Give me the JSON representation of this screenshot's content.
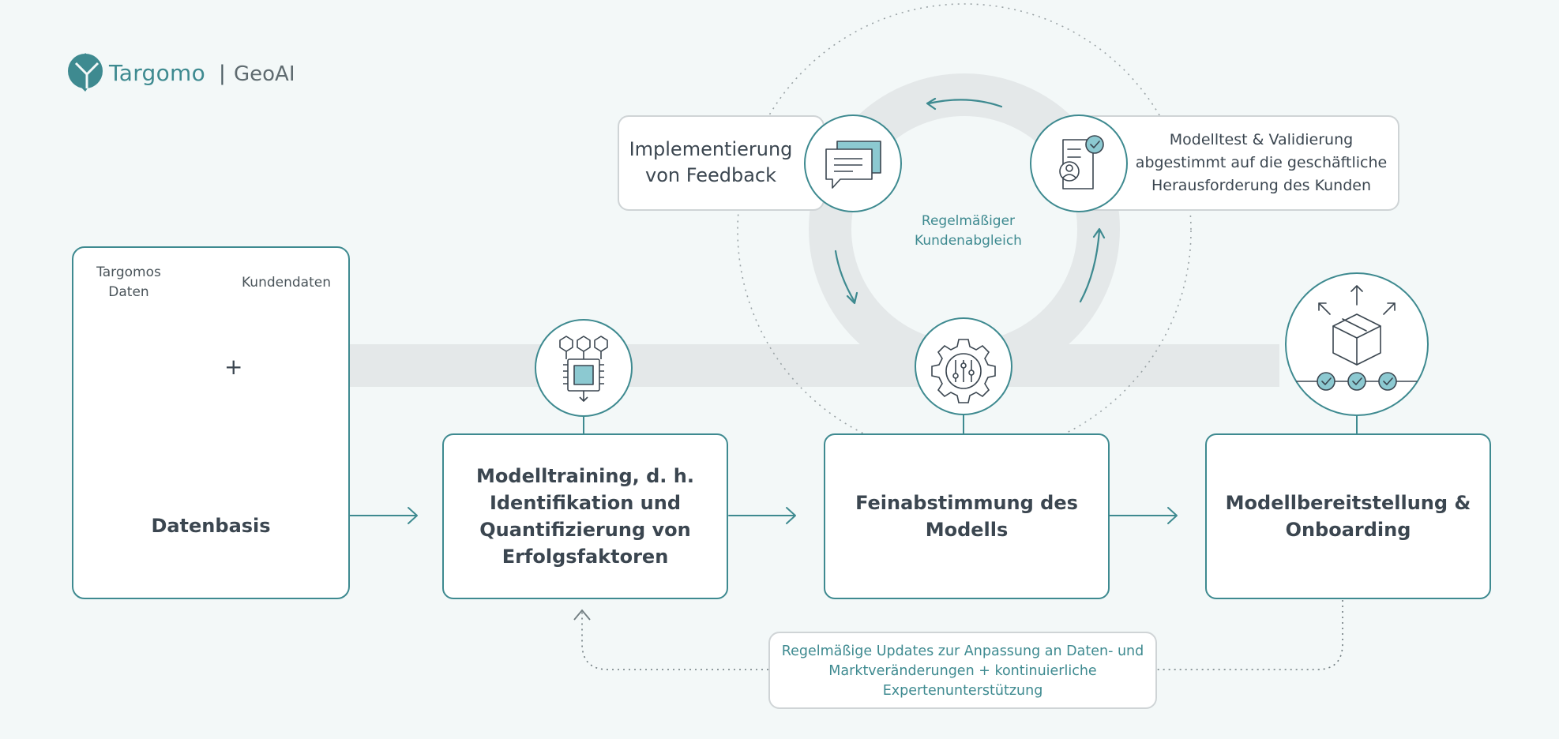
{
  "header": {
    "brand": "Targomo",
    "separator": "|",
    "product": "GeoAI"
  },
  "datenbasis": {
    "label_targomos_line1": "Targomos",
    "label_targomos_line2": "Daten",
    "label_kunden": "Kundendaten",
    "plus": "+",
    "title": "Datenbasis"
  },
  "step_training": {
    "title_lines": [
      "Modelltraining, d. h.",
      "Identifikation und",
      "Quantifizierung von",
      "Erfolgsfaktoren"
    ]
  },
  "step_fine": {
    "title_lines": [
      "Feinabstimmung des",
      "Modells"
    ]
  },
  "step_deploy": {
    "title_lines": [
      "Modellbereitstellung &",
      "Onboarding"
    ]
  },
  "feedback": {
    "lines": [
      "Implementierung",
      "von Feedback"
    ]
  },
  "validation": {
    "lines": [
      "Modelltest & Validierung",
      "abgestimmt auf die geschäftliche",
      "Herausforderung des Kunden"
    ]
  },
  "cycle": {
    "lines": [
      "Regelmäßiger",
      "Kundenabgleich"
    ]
  },
  "updates": {
    "lines": [
      "Regelmäßige Updates zur Anpassung an Daten- und",
      "Marktveränderungen + kontinuierliche",
      "Expertenunterstützung"
    ]
  },
  "colors": {
    "teal": "#3e8a90",
    "teal_fill": "#8cc9d1",
    "grey_band": "#e4e8e9",
    "text": "#3b4650",
    "background": "#f3f8f8"
  }
}
